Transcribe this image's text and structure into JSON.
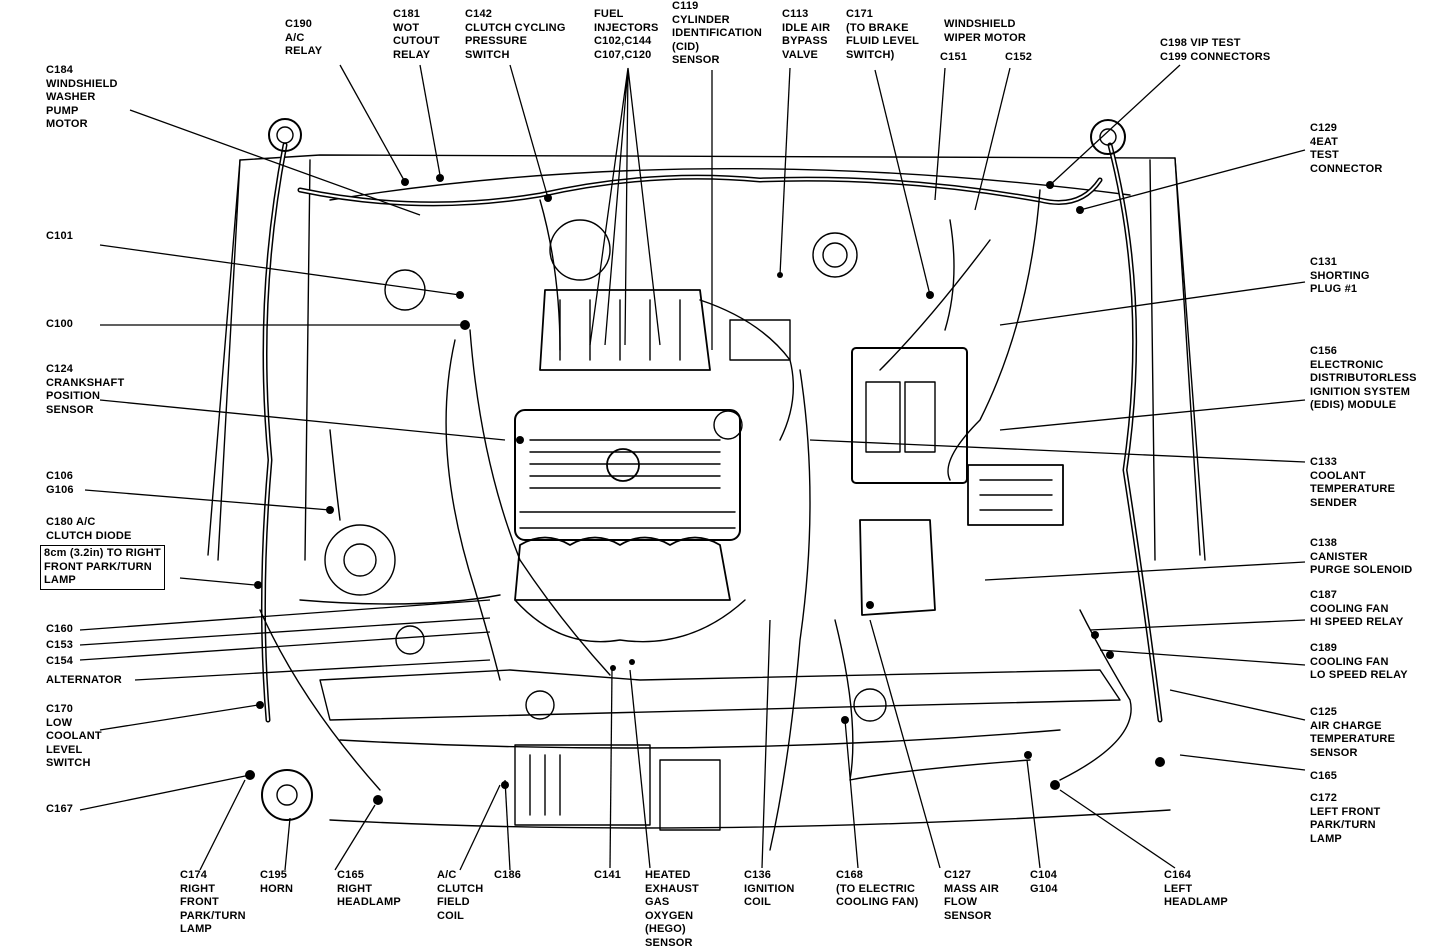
{
  "labels": [
    {
      "id": "c190",
      "text": "C190\nA/C\nRELAY"
    },
    {
      "id": "c181",
      "text": "C181\nWOT\nCUTOUT\nRELAY"
    },
    {
      "id": "c142",
      "text": "C142\nCLUTCH CYCLING\nPRESSURE\nSWITCH"
    },
    {
      "id": "fuel",
      "text": "FUEL\nINJECTORS\nC102,C144\nC107,C120"
    },
    {
      "id": "c119",
      "text": "C119\nCYLINDER\nIDENTIFICATION\n(CID)\nSENSOR"
    },
    {
      "id": "c113",
      "text": "C113\nIDLE AIR\nBYPASS\nVALVE"
    },
    {
      "id": "c171",
      "text": "C171\n(TO BRAKE\nFLUID LEVEL\nSWITCH)"
    },
    {
      "id": "wiper",
      "text": "WINDSHIELD\nWIPER MOTOR"
    },
    {
      "id": "c151",
      "text": "C151"
    },
    {
      "id": "c152",
      "text": "C152"
    },
    {
      "id": "c198",
      "text": "C198 VIP TEST\nC199 CONNECTORS"
    },
    {
      "id": "c184",
      "text": "C184\nWINDSHIELD\nWASHER\nPUMP\nMOTOR"
    },
    {
      "id": "c129",
      "text": "C129\n4EAT\nTEST\nCONNECTOR"
    },
    {
      "id": "c101",
      "text": "C101"
    },
    {
      "id": "c131",
      "text": "C131\nSHORTING\nPLUG #1"
    },
    {
      "id": "c100",
      "text": "C100"
    },
    {
      "id": "c156",
      "text": "C156\nELECTRONIC\nDISTRIBUTORLESS\nIGNITION SYSTEM\n(EDIS) MODULE"
    },
    {
      "id": "c124",
      "text": "C124\nCRANKSHAFT\nPOSITION\nSENSOR"
    },
    {
      "id": "c133",
      "text": "C133\nCOOLANT\nTEMPERATURE\nSENDER"
    },
    {
      "id": "c106",
      "text": "C106\nG106"
    },
    {
      "id": "c180",
      "text": "C180 A/C\nCLUTCH DIODE"
    },
    {
      "id": "note",
      "text": "8cm (3.2in) TO RIGHT\nFRONT PARK/TURN\nLAMP"
    },
    {
      "id": "c138",
      "text": "C138\nCANISTER\nPURGE SOLENOID"
    },
    {
      "id": "c187",
      "text": "C187\nCOOLING FAN\nHI SPEED RELAY"
    },
    {
      "id": "c160",
      "text": "C160"
    },
    {
      "id": "c153",
      "text": "C153"
    },
    {
      "id": "c154",
      "text": "C154"
    },
    {
      "id": "c189",
      "text": "C189\nCOOLING FAN\nLO SPEED RELAY"
    },
    {
      "id": "alternator",
      "text": "ALTERNATOR"
    },
    {
      "id": "c170",
      "text": "C170\nLOW\nCOOLANT\nLEVEL\nSWITCH"
    },
    {
      "id": "c125",
      "text": "C125\nAIR CHARGE\nTEMPERATURE\nSENSOR"
    },
    {
      "id": "c165r",
      "text": "C165"
    },
    {
      "id": "c167",
      "text": "C167"
    },
    {
      "id": "c172",
      "text": "C172\nLEFT FRONT\nPARK/TURN\nLAMP"
    },
    {
      "id": "c174",
      "text": "C174\nRIGHT\nFRONT\nPARK/TURN\nLAMP"
    },
    {
      "id": "c195",
      "text": "C195\nHORN"
    },
    {
      "id": "c165",
      "text": "C165\nRIGHT\nHEADLAMP"
    },
    {
      "id": "ac",
      "text": "A/C\nCLUTCH\nFIELD\nCOIL"
    },
    {
      "id": "c186",
      "text": "C186"
    },
    {
      "id": "c141",
      "text": "C141"
    },
    {
      "id": "hego",
      "text": "HEATED\nEXHAUST\nGAS\nOXYGEN\n(HEGO)\nSENSOR"
    },
    {
      "id": "c136",
      "text": "C136\nIGNITION\nCOIL"
    },
    {
      "id": "c168",
      "text": "C168\n(TO ELECTRIC\nCOOLING FAN)"
    },
    {
      "id": "c127",
      "text": "C127\nMASS AIR\nFLOW\nSENSOR"
    },
    {
      "id": "c104",
      "text": "C104\nG104"
    },
    {
      "id": "c164",
      "text": "C164\nLEFT\nHEADLAMP"
    }
  ]
}
